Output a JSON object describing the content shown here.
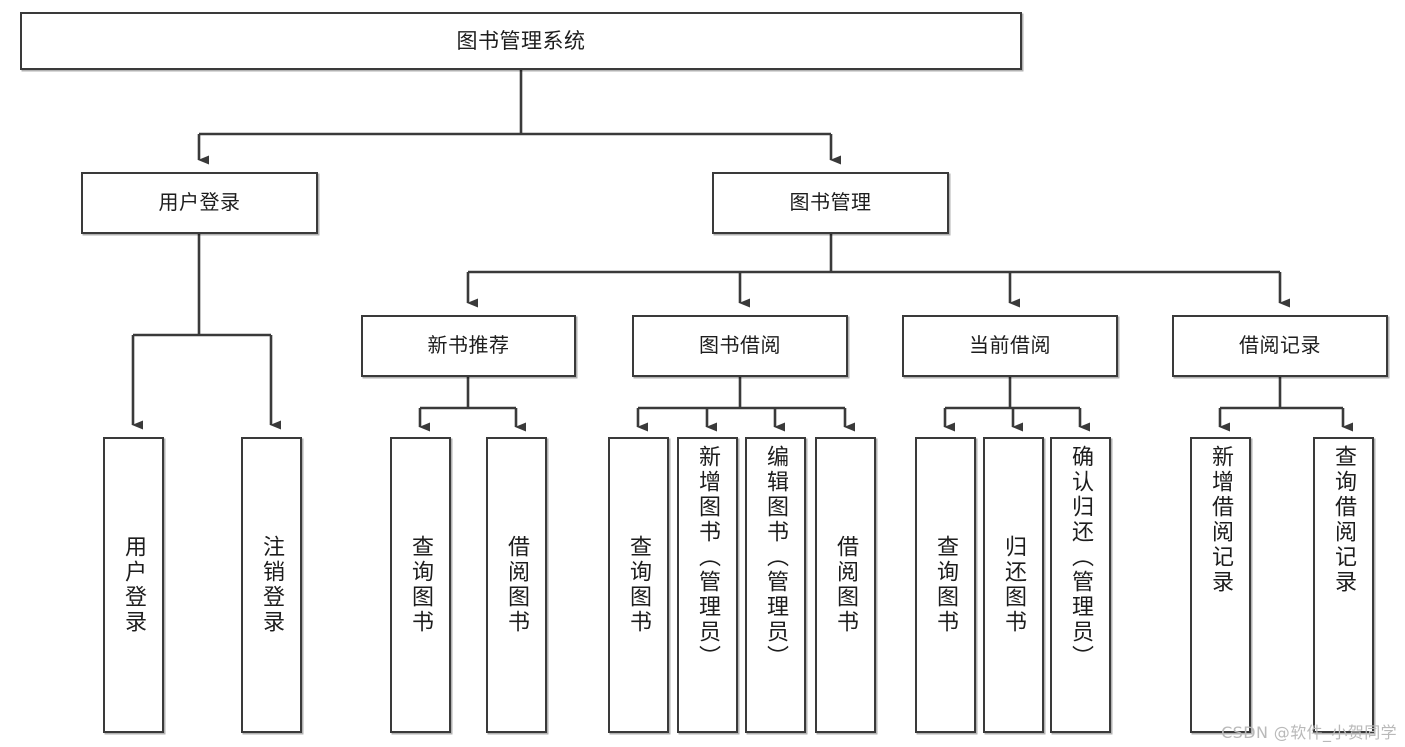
{
  "diagram": {
    "title": "图书管理系统",
    "type": "tree",
    "watermark": "CSDN @软件_小贺同学",
    "colors": {
      "stroke": "#3a3a3a",
      "fill": "#ffffff",
      "text": "#1d1d1d",
      "watermark": "#b9b9b9"
    },
    "root": {
      "label": "图书管理系统"
    },
    "level1": [
      {
        "label": "用户登录"
      },
      {
        "label": "图书管理"
      }
    ],
    "level2": [
      {
        "label": "新书推荐"
      },
      {
        "label": "图书借阅"
      },
      {
        "label": "当前借阅"
      },
      {
        "label": "借阅记录"
      }
    ],
    "leaves": {
      "user_login": [
        {
          "label": "用户登录"
        },
        {
          "label": "注销登录"
        }
      ],
      "new_book": [
        {
          "label": "查询图书"
        },
        {
          "label": "借阅图书"
        }
      ],
      "borrow_book": [
        {
          "label": "查询图书"
        },
        {
          "label": "新增图书（管理员）"
        },
        {
          "label": "编辑图书（管理员）"
        },
        {
          "label": "借阅图书"
        }
      ],
      "current_borrow": [
        {
          "label": "查询图书"
        },
        {
          "label": "归还图书"
        },
        {
          "label": "确认归还（管理员）"
        }
      ],
      "borrow_record": [
        {
          "label": "新增借阅记录"
        },
        {
          "label": "查询借阅记录"
        }
      ]
    }
  }
}
